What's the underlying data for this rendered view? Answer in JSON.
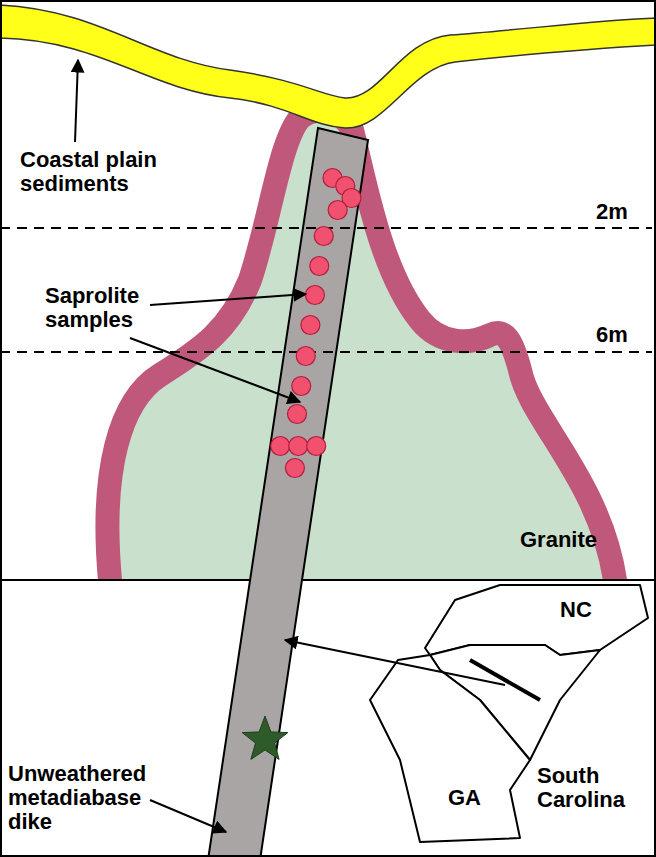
{
  "diagram": {
    "labels": [
      "Coastal plain sediments",
      "2m",
      "Saprolite samples",
      "6m",
      "Granite",
      "NC",
      "Unweathered metadiabase dike",
      "South Carolina",
      "GA"
    ]
  }
}
